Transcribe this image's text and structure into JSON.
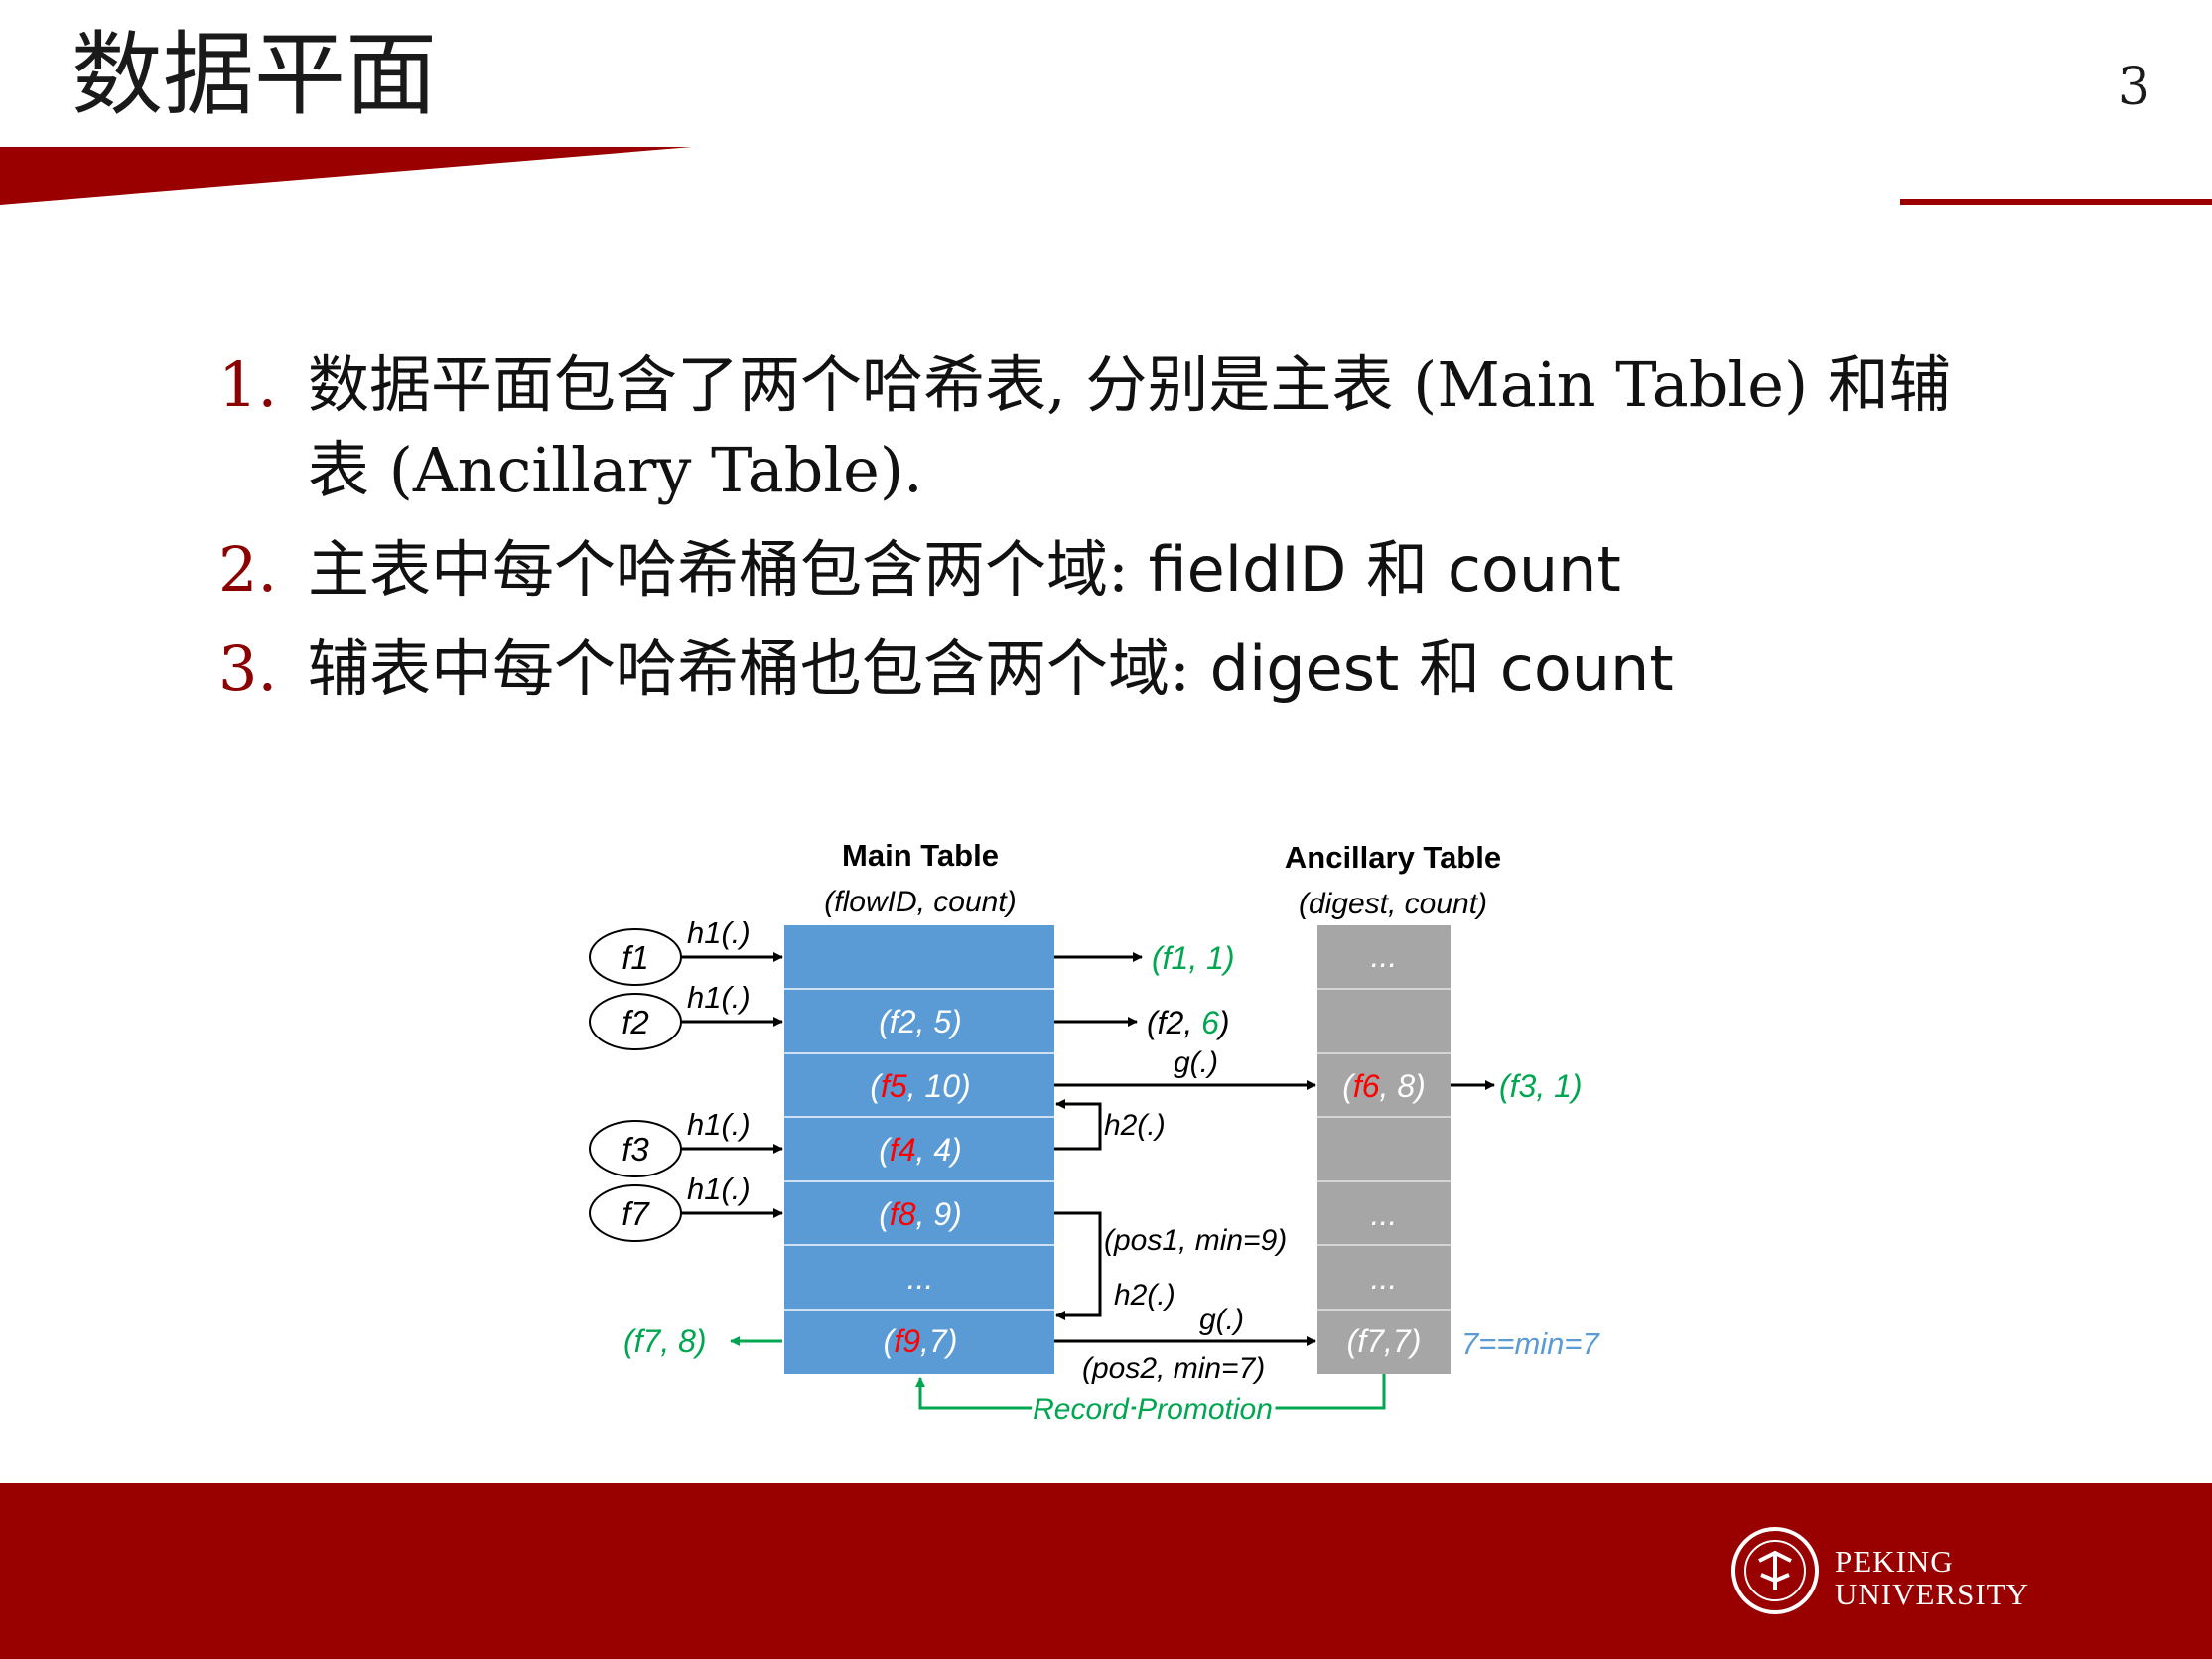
{
  "slide": {
    "title": "数据平面",
    "page_number": "3"
  },
  "bullets": [
    {
      "num": "1.",
      "text": "数据平面包含了两个哈希表, 分别是主表 (Main Table) 和辅",
      "text2": "表 (Ancillary Table)."
    },
    {
      "num": "2.",
      "text": "主表中每个哈希桶包含两个域: ",
      "code1": "fieldID",
      "mid": " 和 ",
      "code2": "count"
    },
    {
      "num": "3.",
      "text": "辅表中每个哈希桶也包含两个域: ",
      "code1": "digest",
      "mid": " 和 ",
      "code2": "count"
    }
  ],
  "diagram": {
    "main_title": "Main Table",
    "main_sub": "(flowID, count)",
    "anc_title": "Ancillary Table",
    "anc_sub": "(digest, count)",
    "flows": [
      "f1",
      "f2",
      "f3",
      "f7"
    ],
    "h1": "h1(.)",
    "h2": "h2(.)",
    "g": "g(.)",
    "main_rows": [
      "",
      "(f2, 5)",
      "(f5, 10)",
      "(f4, 4)",
      "(f8, 9)",
      "...",
      "(f9,7)"
    ],
    "anc_rows": [
      "...",
      "",
      "(f6, 8)",
      "",
      "...",
      "...",
      "(f7,7)"
    ],
    "out_f1": "(f1, 1)",
    "out_f2": "(f2, 6)",
    "out_f3": "(f3, 1)",
    "out_f7": "(f7, 8)",
    "pos1": "(pos1, min=9)",
    "pos2": "(pos2, min=7)",
    "eq": "7==min=7",
    "promotion": "Record Promotion"
  },
  "footer": {
    "logo_line1": "PEKING",
    "logo_line2": "UNIVERSITY"
  },
  "colors": {
    "brand_red": "#990000",
    "main_blue": "#5b9bd5",
    "anc_gray": "#a6a6a6",
    "green": "#00a650",
    "red": "#ff0000"
  }
}
